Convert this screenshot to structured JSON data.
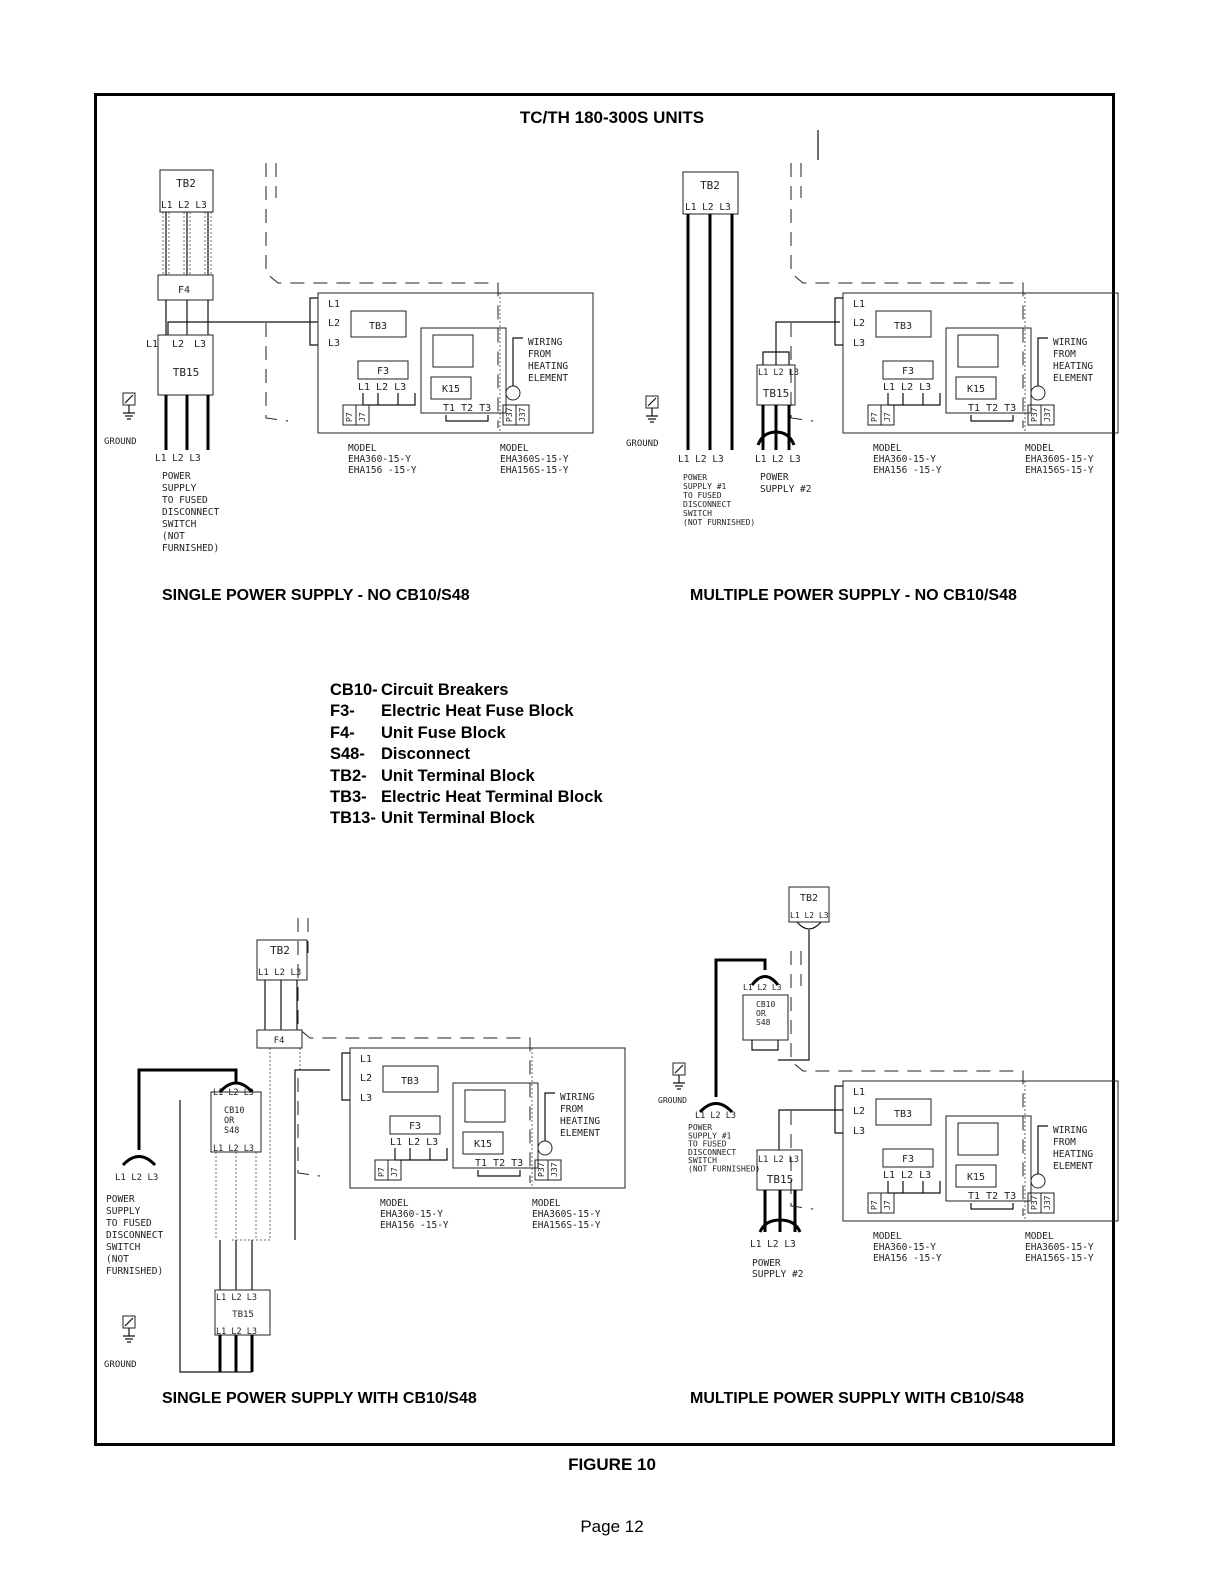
{
  "title": "TC/TH 180-300S UNITS",
  "captions": {
    "top_left": "SINGLE POWER SUPPLY - NO CB10/S48",
    "top_right": "MULTIPLE POWER SUPPLY - NO CB10/S48",
    "bottom_left": "SINGLE POWER SUPPLY WITH CB10/S48",
    "bottom_right": "MULTIPLE POWER SUPPLY WITH CB10/S48"
  },
  "legend": [
    {
      "code": "CB10-",
      "text": "Circuit Breakers"
    },
    {
      "code": "F3-",
      "text": "Electric Heat Fuse Block"
    },
    {
      "code": "F4-",
      "text": "Unit Fuse Block"
    },
    {
      "code": "S48-",
      "text": "Disconnect"
    },
    {
      "code": "TB2-",
      "text": "Unit Terminal Block"
    },
    {
      "code": "TB3-",
      "text": "Electric Heat Terminal Block"
    },
    {
      "code": "TB13-",
      "text": "Unit Terminal Block"
    }
  ],
  "labels": {
    "tb2": "TB2",
    "tb3": "TB3",
    "tb15": "TB15",
    "f3": "F3",
    "f4": "F4",
    "k15": "K15",
    "cb10_or_s48": [
      "CB10",
      "OR",
      "S48"
    ],
    "l1": "L1",
    "l2": "L2",
    "l3": "L3",
    "l1l2l3": "L1 L2 L3",
    "t1t2t3": "T1 T2 T3",
    "p7": "P7",
    "j7": "J7",
    "p37": "P37",
    "j37": "J37",
    "ground": "GROUND",
    "wiring": [
      "WIRING",
      "FROM",
      "HEATING",
      "ELEMENT"
    ],
    "model_a": [
      "MODEL",
      "EHA360-15-Y",
      "EHA156 -15-Y"
    ],
    "model_b": [
      "MODEL",
      "EHA360S-15-Y",
      "EHA156S-15-Y"
    ],
    "power_single": [
      "POWER",
      "SUPPLY",
      "TO FUSED",
      "DISCONNECT",
      "SWITCH",
      "(NOT",
      "FURNISHED)"
    ],
    "power_1": [
      "POWER",
      "SUPPLY #1",
      "TO FUSED",
      "DISCONNECT",
      "SWITCH",
      "(NOT FURNISHED)"
    ],
    "power_2": [
      "POWER",
      "SUPPLY #2"
    ]
  },
  "figure_label": "FIGURE 10",
  "page_number": "Page 12"
}
